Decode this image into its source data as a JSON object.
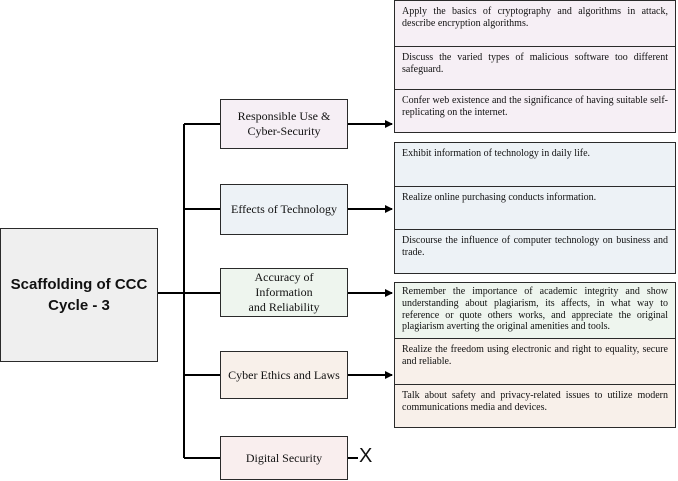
{
  "root": {
    "line1": "Scaffolding of CCC",
    "line2": "Cycle - 3"
  },
  "categories": [
    {
      "label_line1": "Responsible Use &",
      "label_line2": "Cyber-Security"
    },
    {
      "label_line1": "Effects of Technology",
      "label_line2": ""
    },
    {
      "label_line1": "Accuracy of Information",
      "label_line2": "and Reliability"
    },
    {
      "label_line1": "Cyber Ethics and Laws",
      "label_line2": ""
    },
    {
      "label_line1": "Digital Security",
      "label_line2": ""
    }
  ],
  "details": {
    "responsible_use": [
      "Apply the basics of cryptography and algorithms in attack, describe encryption algorithms.",
      "Discuss the varied types of malicious software too different safeguard.",
      "Confer web existence and the significance of having suitable self-replicating on the internet."
    ],
    "effects_of_technology": [
      "Exhibit information of technology in daily life.",
      "Realize online purchasing conducts information.",
      "Discourse the influence of computer technology on business and trade."
    ],
    "accuracy_of_information": [
      "Remember the importance of academic integrity and show understanding about plagiarism, its affects, in what way to reference or quote others works, and appreciate the original plagiarism averting the original amenities and tools."
    ],
    "cyber_ethics": [
      "Realize the freedom using electronic and right to equality, secure and reliable.",
      "Talk about safety and privacy-related issues to utilize modern communications media and devices."
    ]
  },
  "digital_security_marker": "X"
}
